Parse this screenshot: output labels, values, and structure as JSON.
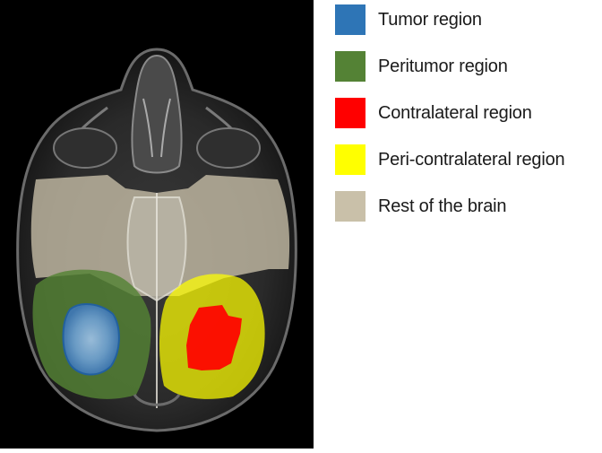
{
  "legend": {
    "items": [
      {
        "label": "Tumor region",
        "color": "#2e75b6"
      },
      {
        "label": "Peritumor region",
        "color": "#548235"
      },
      {
        "label": "Contralateral region",
        "color": "#ff0000"
      },
      {
        "label": "Peri-contralateral region",
        "color": "#ffff00"
      },
      {
        "label": "Rest of the brain",
        "color": "#c9c0a9"
      }
    ]
  },
  "image": {
    "background_color": "#000000",
    "description_icon": "axial-brain-mri-icon"
  }
}
